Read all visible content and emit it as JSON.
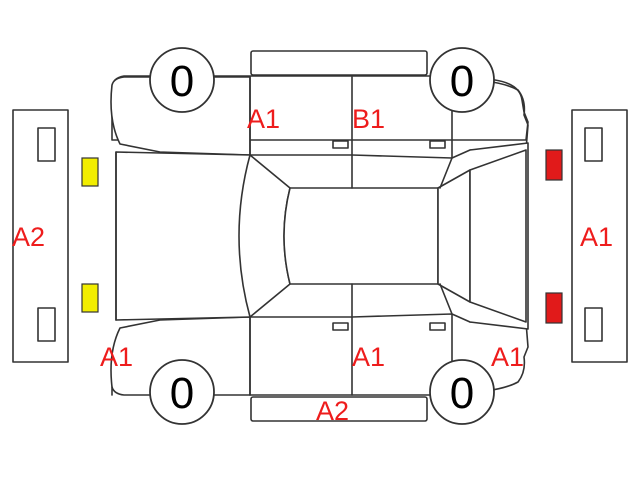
{
  "colors": {
    "code_text": "#ee1c1c",
    "tread_text": "#000000",
    "front_lamp": "#f2ee00",
    "rear_lamp": "#e11a1a",
    "outline": "#333333"
  },
  "tires": {
    "front_left": "0",
    "rear_left": "0",
    "front_right": "0",
    "rear_right": "0"
  },
  "damage_codes": {
    "front_left_door": "A1",
    "rear_left_door": "B1",
    "front_bumper": "A2",
    "rear_bumper": "A1",
    "front_right_corner": "A1",
    "front_right_door": "A1",
    "rear_right_corner": "A1",
    "right_rocker": "A2"
  },
  "lamps": {
    "front": [
      "yellow",
      "yellow"
    ],
    "rear": [
      "red",
      "red"
    ]
  }
}
